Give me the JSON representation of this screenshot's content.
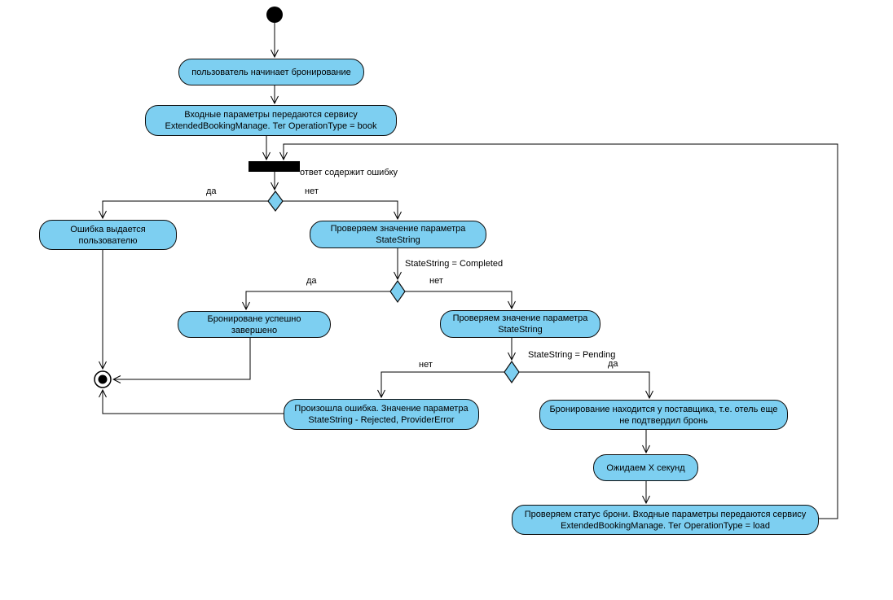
{
  "colors": {
    "background": "#ffffff",
    "node-fill": "#7dcff1",
    "node-border": "#0d0d0d",
    "edge": "#000000",
    "text": "#000000"
  },
  "nodes": {
    "start": {
      "type": "initial-node"
    },
    "user_starts": {
      "label": "пользователь начинает бронирование"
    },
    "input_params_book": {
      "label": "Входные параметры передаются сервису ExtendedBookingManage. Тег OperationType = book"
    },
    "error_shown_to_user": {
      "label": "Ошибка выдается пользователю"
    },
    "check_statestring_1": {
      "label": "Проверяем значение параметра StateString"
    },
    "booking_completed": {
      "label": "Бронироване успешно завершено"
    },
    "check_statestring_2": {
      "label": "Проверяем значение параметра StateString"
    },
    "error_occurred": {
      "label": "Произошла ошибка. Значение параметра StateString - Rejected, ProviderError"
    },
    "booking_at_provider": {
      "label": "Бронирование находится у поставщика, т.е. отель еще не подтвердил бронь"
    },
    "wait_x_seconds": {
      "label": "Ожидаем X секунд"
    },
    "check_booking_status": {
      "label": "Проверяем статус брони. Входные параметры передаются сервису ExtendedBookingManage. Тег OperationType = load"
    },
    "end": {
      "type": "final-node"
    }
  },
  "decisions": [
    {
      "id": "response-error",
      "condition": "ответ содержит ошибку",
      "yes": "да",
      "no": "нет"
    },
    {
      "id": "statestring-completed",
      "condition": "StateString = Completed",
      "yes": "да",
      "no": "нет"
    },
    {
      "id": "statestring-pending",
      "condition": "StateString = Pending",
      "yes": "да",
      "no": "нет"
    }
  ],
  "edges": [
    {
      "from": "start",
      "to": "user_starts"
    },
    {
      "from": "user_starts",
      "to": "input_params_book"
    },
    {
      "from": "input_params_book",
      "to": "sync_bar"
    },
    {
      "from": "check_booking_status",
      "to": "sync_bar"
    },
    {
      "from": "sync_bar",
      "to": "decision_response_error"
    },
    {
      "from": "decision_response_error",
      "to": "error_shown_to_user",
      "guard": "да"
    },
    {
      "from": "decision_response_error",
      "to": "check_statestring_1",
      "guard": "нет"
    },
    {
      "from": "check_statestring_1",
      "to": "decision_statestring_completed"
    },
    {
      "from": "decision_statestring_completed",
      "to": "booking_completed",
      "guard": "да"
    },
    {
      "from": "decision_statestring_completed",
      "to": "check_statestring_2",
      "guard": "нет"
    },
    {
      "from": "check_statestring_2",
      "to": "decision_statestring_pending"
    },
    {
      "from": "decision_statestring_pending",
      "to": "error_occurred",
      "guard": "нет"
    },
    {
      "from": "decision_statestring_pending",
      "to": "booking_at_provider",
      "guard": "да"
    },
    {
      "from": "booking_at_provider",
      "to": "wait_x_seconds"
    },
    {
      "from": "wait_x_seconds",
      "to": "check_booking_status"
    },
    {
      "from": "error_shown_to_user",
      "to": "end"
    },
    {
      "from": "booking_completed",
      "to": "end"
    },
    {
      "from": "error_occurred",
      "to": "end"
    }
  ]
}
